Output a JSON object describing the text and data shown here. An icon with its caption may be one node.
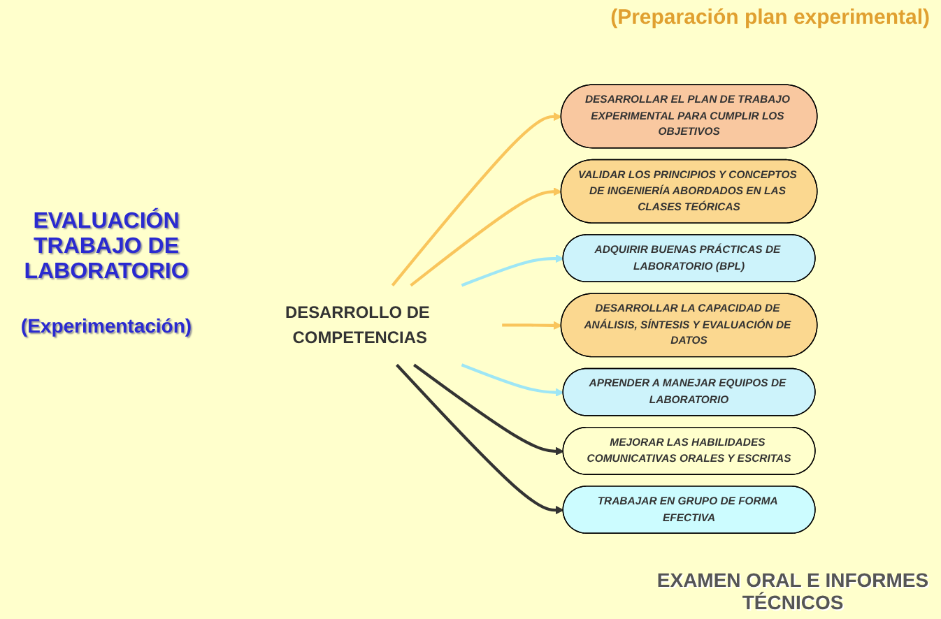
{
  "diagram": {
    "nodes": [
      {
        "text": [
          "DESARROLLAR EL PLAN DE TRABAJO EXPERIMENTAL PARA CUMPLIR LOS OBJETIVOS"
        ]
      },
      {
        "text": [
          "VALIDAR LOS PRINCIPIOS Y CONCEPTOS DE INGENIERÍA ABORDADOS EN LAS CLASES TEÓRICAS"
        ]
      },
      {
        "text": [
          "ADQUIRIR BUENAS PRÁCTICAS DE LABORATORIO (BPL)"
        ]
      },
      {
        "text": [
          "DESARROLLO DE COMPETENCIAS"
        ]
      },
      {
        "text": [
          "DESARROLLAR LA CAPACIDAD DE ANÁLISIS, SÍNTESIS Y EVALUACIÓN DE DATOS"
        ]
      },
      {
        "text": [
          "APRENDER A MANEJAR EQUIPOS DE LABORATORIO"
        ]
      },
      {
        "text": [
          "MEJORAR LAS HABILIDADES COMUNICATIVAS ORALES Y ESCRITAS"
        ]
      },
      {
        "text": [
          "TRABAJAR EN GRUPO DE FORMA EFECTIVA"
        ]
      }
    ],
    "edges": [
      {
        "from": 3,
        "to": 0,
        "arrow": "to",
        "color": "#f9c55c"
      },
      {
        "from": 3,
        "to": 1,
        "arrow": "to",
        "color": "#f9c55c"
      },
      {
        "from": 3,
        "to": 2,
        "arrow": "to",
        "color": "#9ee6f5"
      },
      {
        "from": 3,
        "to": 4,
        "arrow": "to",
        "color": "#f9c55c"
      },
      {
        "from": 3,
        "to": 5,
        "arrow": "to",
        "color": "#9ee6f5"
      },
      {
        "from": 3,
        "to": 6,
        "arrow": "to",
        "color": "#333333"
      },
      {
        "from": 3,
        "to": 7,
        "arrow": "to",
        "color": "#333333"
      }
    ],
    "labels": [
      "(Preparación plan experimental)",
      "EVALUACIÓN TRABAJO DE LABORATORIO",
      "(Experimentación)",
      "EXAMEN ORAL E INFORMES TÉCNICOS"
    ]
  }
}
